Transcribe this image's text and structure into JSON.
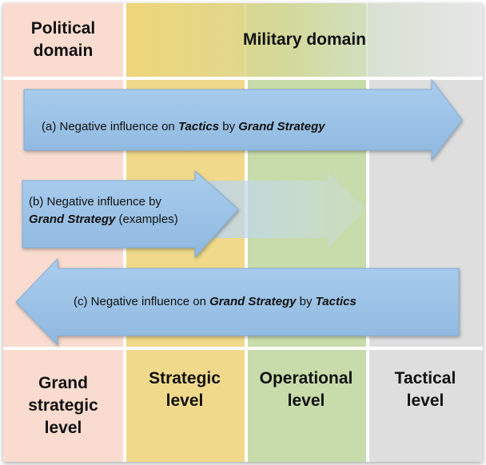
{
  "header": {
    "political": "Political domain",
    "military": "Military domain"
  },
  "levels": {
    "grand_strategic": "Grand strategic level",
    "strategic": "Strategic level",
    "operational": "Operational level",
    "tactical": "Tactical level"
  },
  "arrows": {
    "a": {
      "prefix": "(a) Negative influence on ",
      "term1": "Tactics",
      "mid": " by ",
      "term2": "Grand Strategy"
    },
    "b": {
      "line1": "(b) Negative influence by",
      "term": "Grand Strategy",
      "suffix": " (examples)"
    },
    "c": {
      "prefix": "(c) Negative influence on ",
      "term1": "Grand Strategy",
      "mid": " by ",
      "term2": "Tactics"
    }
  },
  "colors": {
    "political": "#f9dccf",
    "strategic": "#f0d98a",
    "operational": "#c7dcaa",
    "tactical": "#dedede",
    "arrow_fill": "#9dc3e6",
    "arrow_stroke": "#7fa8d0"
  }
}
